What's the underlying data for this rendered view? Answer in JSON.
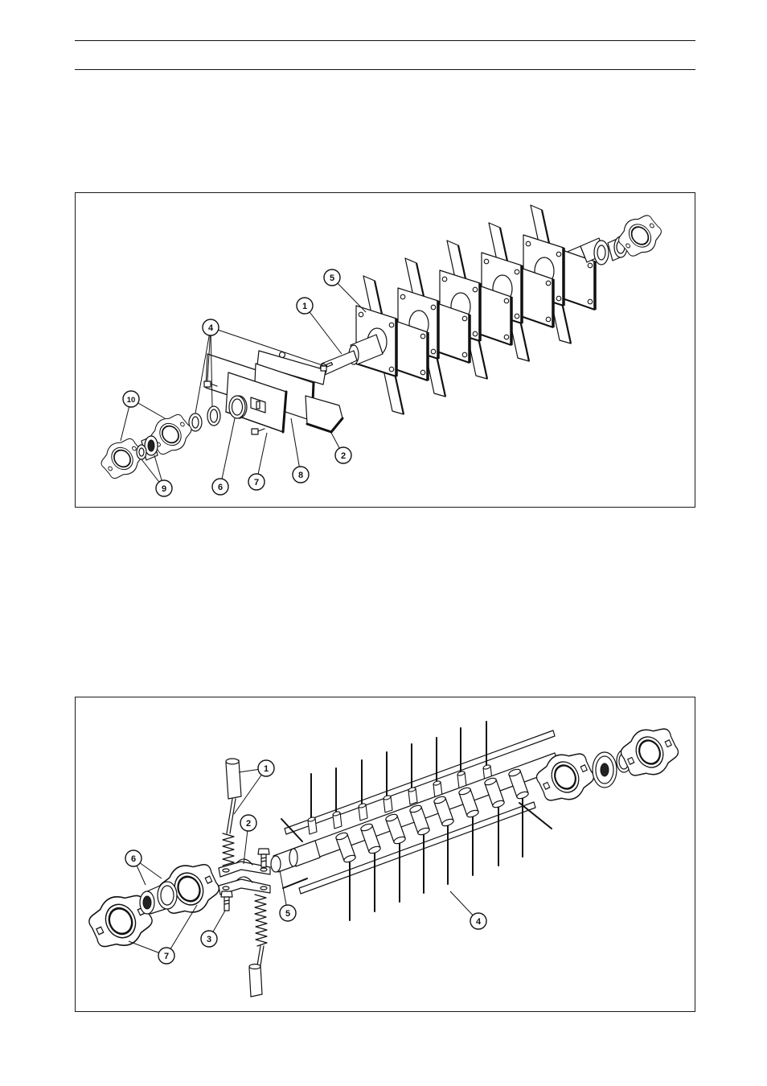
{
  "figure_1": {
    "callouts": [
      "10",
      "4",
      "5",
      "1",
      "9",
      "6",
      "7",
      "8",
      "2"
    ]
  },
  "figure_2": {
    "callouts": [
      "1",
      "2",
      "6",
      "5",
      "4",
      "3",
      "7"
    ]
  }
}
